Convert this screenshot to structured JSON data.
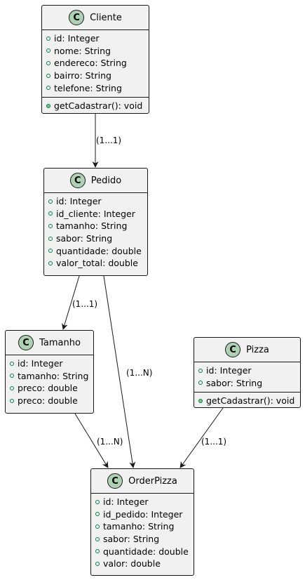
{
  "classes": {
    "cliente": {
      "badge": "C",
      "name": "Cliente",
      "fields": [
        "id: Integer",
        "nome: String",
        "endereco: String",
        "bairro: String",
        "telefone: String"
      ],
      "methods": [
        "getCadastrar(): void"
      ]
    },
    "pedido": {
      "badge": "C",
      "name": "Pedido",
      "fields": [
        "id: Integer",
        "id_cliente: Integer",
        "tamanho: String",
        "sabor: String",
        "quantidade: double",
        "valor_total: double"
      ],
      "methods": []
    },
    "tamanho": {
      "badge": "C",
      "name": "Tamanho",
      "fields": [
        "id: Integer",
        "tamanho: String",
        "preco: double",
        "preco: double"
      ],
      "methods": []
    },
    "pizza": {
      "badge": "C",
      "name": "Pizza",
      "fields": [
        "id: Integer",
        "sabor: String"
      ],
      "methods": [
        "getCadastrar(): void"
      ]
    },
    "orderpizza": {
      "badge": "C",
      "name": "OrderPizza",
      "fields": [
        "id: Integer",
        "id_pedido: Integer",
        "tamanho: String",
        "sabor: String",
        "quantidade: double",
        "valor: double"
      ],
      "methods": []
    }
  },
  "relations": {
    "cliente_pedido": "(1...1)",
    "pedido_tamanho": "(1...1)",
    "pedido_orderpizza": "(1...N)",
    "tamanho_orderpizza": "(1...N)",
    "pizza_orderpizza": "(1...1)"
  },
  "colors": {
    "class_fill": "#F1F1F1",
    "border": "#181818",
    "badge_fill": "#ADD1B2",
    "visibility_green": "#84BE84"
  }
}
